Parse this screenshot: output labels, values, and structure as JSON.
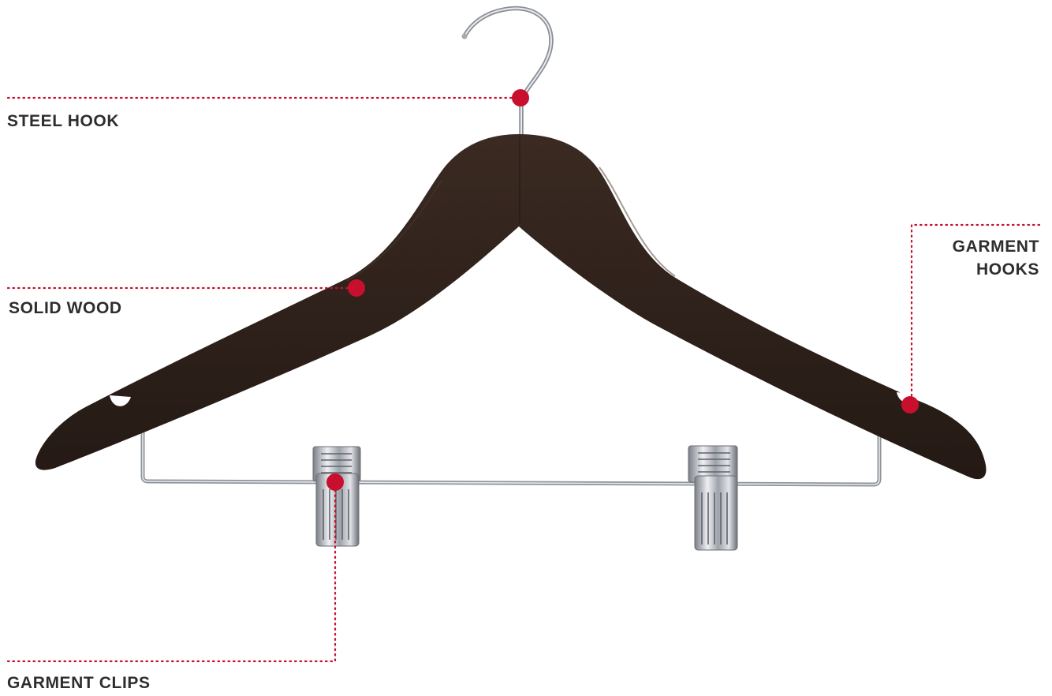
{
  "callouts": {
    "steel_hook": "STEEL HOOK",
    "solid_wood": "SOLID WOOD",
    "garment_hooks_line1": "GARMENT",
    "garment_hooks_line2": "HOOKS",
    "garment_clips": "GARMENT CLIPS"
  },
  "colors": {
    "accent": "#c8102e",
    "wood": "#2e211b",
    "label_text": "#2e2e2e",
    "chrome": "#b9bcc2"
  }
}
